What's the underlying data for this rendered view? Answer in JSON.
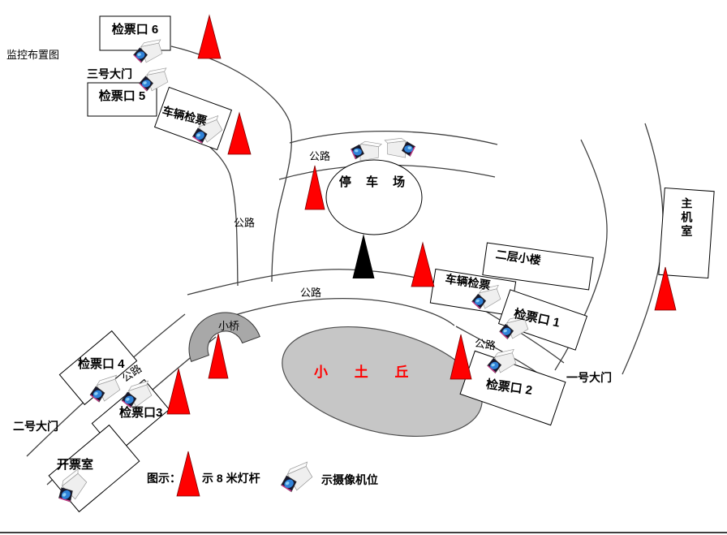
{
  "title": "监控布置图",
  "roads": {
    "label": "公路"
  },
  "areas": {
    "parking": "停 车 场",
    "mound": "小  土  丘",
    "bridge": "小桥",
    "server_room": "主机室",
    "two_story_building": "二层小楼",
    "ticket_office": "开票室"
  },
  "gates": {
    "gate1": "一号大门",
    "gate2": "二号大门",
    "gate3": "三号大门"
  },
  "checkpoints": {
    "no1": "检票口 1",
    "no2": "检票口 2",
    "no3": "检票口3",
    "no4": "检票口 4",
    "no5": "检票口 5",
    "no6": "检票口 6",
    "vehicle_top": "车辆检票",
    "vehicle_east": "车辆检票"
  },
  "legend": {
    "prefix": "图示：",
    "pole": "示 8 米灯杆",
    "camera": "示摄像机位"
  },
  "colors": {
    "light_pole": "#ff0000",
    "black_marker": "#000000",
    "mound_fill": "#c6c6c6",
    "bridge_fill": "#a8a8a8",
    "mound_text": "#ff0000"
  }
}
